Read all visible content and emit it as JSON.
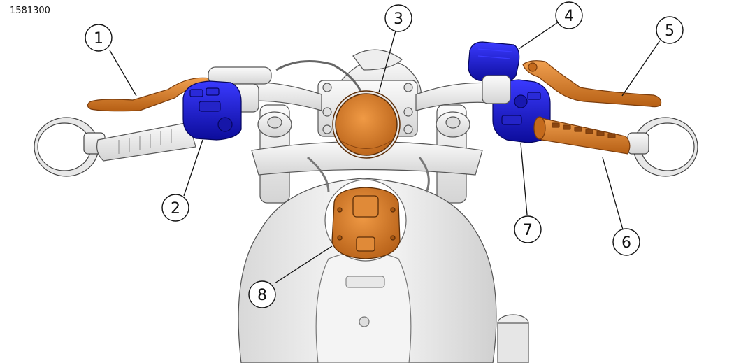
{
  "figure_id": "1581300",
  "callouts": [
    {
      "id": "1",
      "label": "1"
    },
    {
      "id": "2",
      "label": "2"
    },
    {
      "id": "3",
      "label": "3"
    },
    {
      "id": "4",
      "label": "4"
    },
    {
      "id": "5",
      "label": "5"
    },
    {
      "id": "6",
      "label": "6"
    },
    {
      "id": "7",
      "label": "7"
    },
    {
      "id": "8",
      "label": "8"
    }
  ],
  "colors": {
    "highlight_orange": "#d97a24",
    "highlight_orange_dark": "#8a4510",
    "highlight_blue": "#1a1ad6",
    "highlight_blue_dark": "#0a0a80",
    "part_gray": "#f0f0f0",
    "outline": "#444444"
  }
}
